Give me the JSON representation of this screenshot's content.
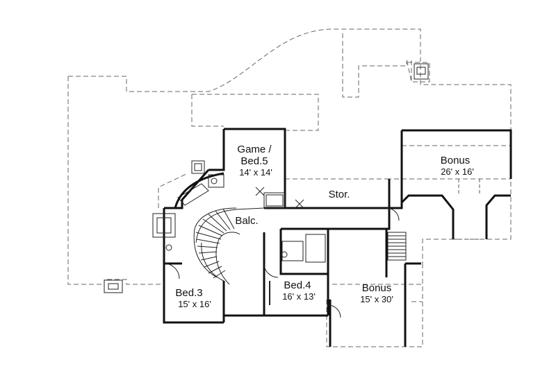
{
  "rooms": {
    "game_name": "Game /",
    "game_name_2": "Bed.5",
    "game_dim": "14' x 14'",
    "bonus_top_name": "Bonus",
    "bonus_top_dim": "26' x 16'",
    "stor_name": "Stor.",
    "balc_name": "Balc.",
    "bed3_name": "Bed.3",
    "bed3_dim": "15' x 16'",
    "bed4_name": "Bed.4",
    "bed4_dim": "16' x 13'",
    "bonus_bottom_name": "Bonus",
    "bonus_bottom_dim": "15' x 30'"
  }
}
